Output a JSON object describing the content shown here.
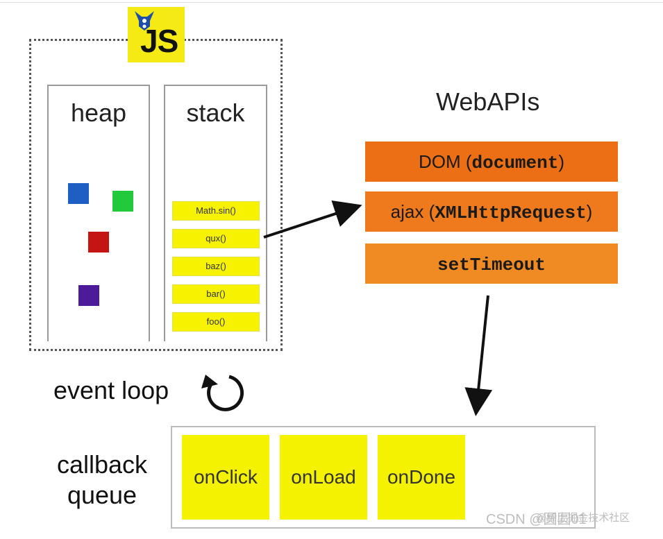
{
  "logo": {
    "text": "JS"
  },
  "runtime": {
    "heap_label": "heap",
    "stack_label": "stack",
    "heap_objects": [
      {
        "name": "blue-object",
        "color": "#1f5fc4"
      },
      {
        "name": "green-object",
        "color": "#22c93a"
      },
      {
        "name": "red-object",
        "color": "#c41414"
      },
      {
        "name": "purple-object",
        "color": "#4d1a9a"
      }
    ],
    "stack_frames": [
      "Math.sin()",
      "qux()",
      "baz()",
      "bar()",
      "foo()"
    ]
  },
  "webapis": {
    "title": "WebAPIs",
    "items": [
      {
        "prefix": "DOM (",
        "code": "document",
        "suffix": ")",
        "color": "#ec6f16"
      },
      {
        "prefix": "ajax (",
        "code": "XMLHttpRequest",
        "suffix": ")",
        "color": "#ef7a1d"
      },
      {
        "prefix": "",
        "code": "setTimeout",
        "suffix": "",
        "color": "#f08a23"
      }
    ]
  },
  "event_loop": {
    "label": "event loop"
  },
  "callback_queue": {
    "label_line1": "callback",
    "label_line2": "queue",
    "items": [
      "onClick",
      "onLoad",
      "onDone"
    ]
  },
  "watermark": {
    "text": "CSDN @圆圆01",
    "text2": "@稀土掘金技术社区"
  }
}
